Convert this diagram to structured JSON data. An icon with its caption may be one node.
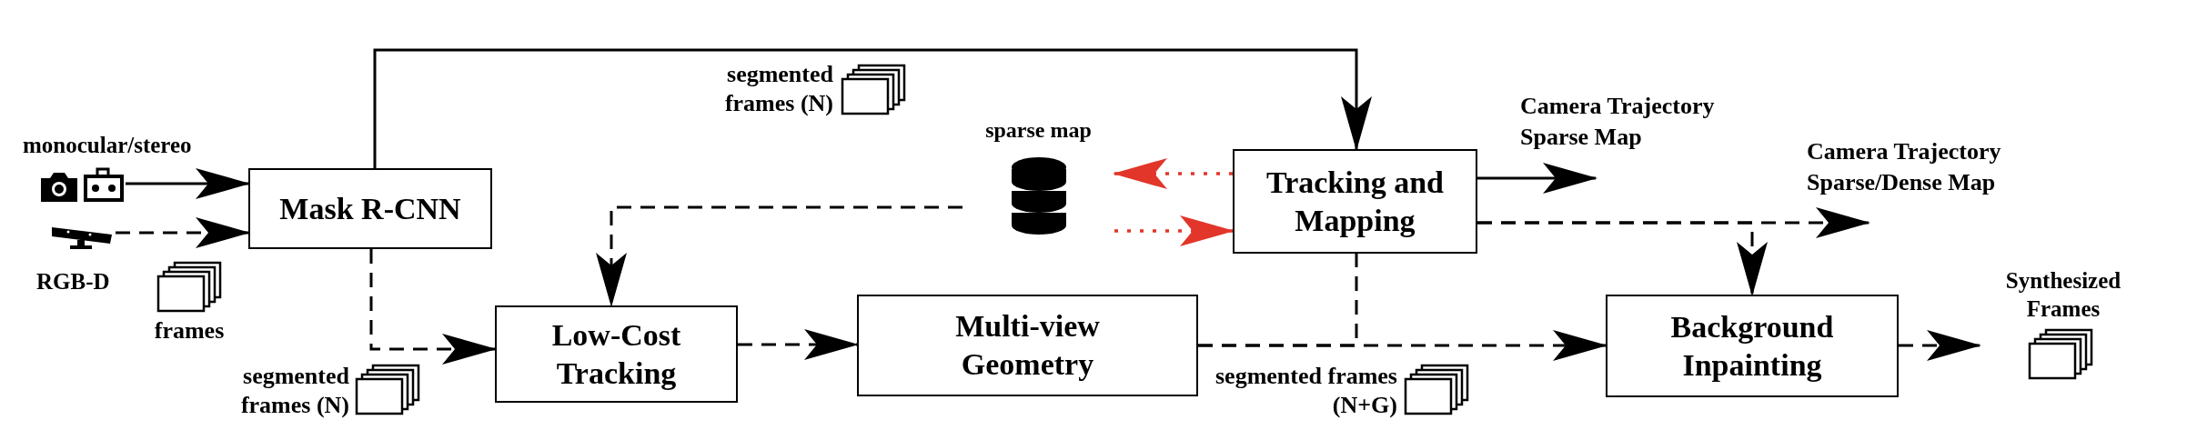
{
  "diagram": {
    "nodes": [
      {
        "text": [],
        "shape": "camera",
        "beside": [
          "monocular/stereo"
        ]
      },
      {
        "text": [],
        "shape": "camera",
        "beside": [
          "RGB-D"
        ]
      },
      {
        "text": [
          "Mask R-CNN"
        ]
      },
      {
        "text": [
          "sparse map"
        ]
      },
      {
        "text": [
          "Tracking and Mapping"
        ]
      },
      {
        "text": [
          "Low-Cost Tracking"
        ]
      },
      {
        "text": [
          "Multi-view Geometry"
        ]
      },
      {
        "text": [
          "Background Inpainting"
        ]
      },
      {
        "text": [
          "Synthesized Frames"
        ]
      },
      {
        "text": [
          "Camera Trajectory Sparse Map"
        ]
      },
      {
        "text": [
          "Camera Trajectory Sparse/Dense Map"
        ]
      }
    ],
    "edges": [
      {
        "from": 0,
        "to": 2,
        "arrow": "to"
      },
      {
        "from": 1,
        "to": 2,
        "arrow": "to",
        "style": "dashed"
      },
      {
        "from": 2,
        "to": 4,
        "arrow": "to"
      },
      {
        "from": 2,
        "to": 5,
        "arrow": "to",
        "style": "dashed"
      },
      {
        "from": 4,
        "to": 3,
        "arrow": "to",
        "style": "dashed",
        "color": "#e2362a"
      },
      {
        "from": 3,
        "to": 4,
        "arrow": "to",
        "style": "dashed",
        "color": "#e2362a"
      },
      {
        "from": 3,
        "to": 5,
        "arrow": "to",
        "style": "dashed"
      },
      {
        "from": 5,
        "to": 6,
        "arrow": "to",
        "style": "dashed"
      },
      {
        "from": 6,
        "to": 7,
        "arrow": "to",
        "style": "dashed"
      },
      {
        "from": 6,
        "to": 4,
        "arrow": "to",
        "style": "dashed"
      },
      {
        "from": 4,
        "to": 9,
        "arrow": "to"
      },
      {
        "from": 4,
        "to": 10,
        "arrow": "to",
        "style": "dashed"
      },
      {
        "from": 4,
        "to": 7,
        "arrow": "to",
        "style": "dashed"
      },
      {
        "from": 7,
        "to": 8,
        "arrow": "to",
        "style": "dashed"
      }
    ],
    "labels": [
      "segmented frames (N)",
      "frames",
      "segmented frames (N)",
      "segmented frames (N+G)"
    ]
  }
}
